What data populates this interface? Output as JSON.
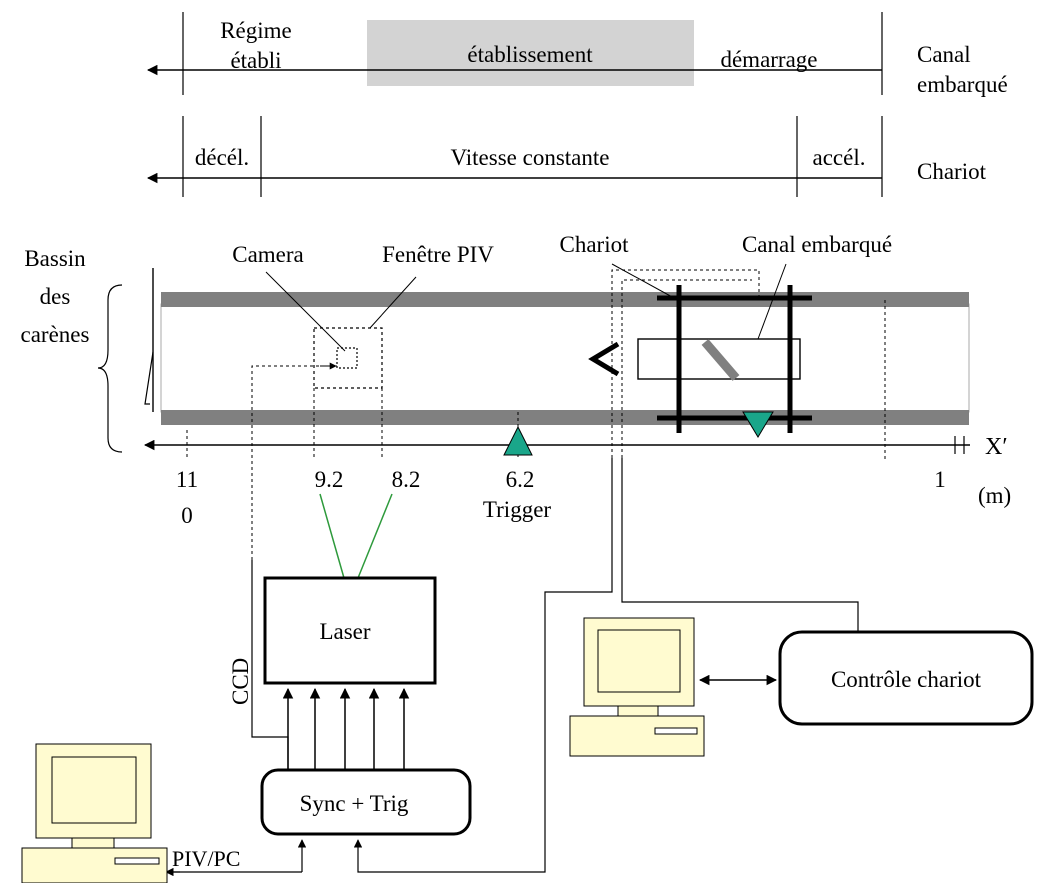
{
  "timeline_canal": {
    "regime_etabli": "Régime\nétabli",
    "etablissement": "établissement",
    "demarrage": "démarrage",
    "row_label": "Canal\nembarqué"
  },
  "timeline_chariot": {
    "decel": "décél.",
    "vitesse_constante": "Vitesse constante",
    "accel": "accél.",
    "row_label": "Chariot"
  },
  "basin": {
    "label": "Bassin\ndes\ncarènes",
    "camera_label": "Camera",
    "piv_window_label": "Fenêtre PIV",
    "chariot_label": "Chariot",
    "canal_label": "Canal embarqué"
  },
  "axis": {
    "label": "X′",
    "unit": "(m)",
    "ticks": [
      "11\n0",
      "9.2",
      "8.2",
      "6.2",
      "1"
    ],
    "trigger_label": "Trigger"
  },
  "equipment": {
    "laser": "Laser",
    "ccd": "CCD",
    "sync": "Sync + Trig",
    "piv_pc": "PIV/PC",
    "controle": "Contrôle chariot"
  },
  "colors": {
    "band_fill": "#d3d3d3",
    "rail": "#808080",
    "triangle": "#1aa68a",
    "laser_beam": "#2e9a3c",
    "computer_body": "#fffbd0"
  }
}
